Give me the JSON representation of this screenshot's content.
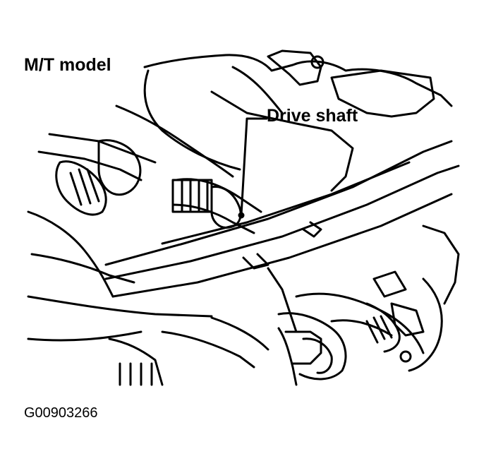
{
  "figure": {
    "model_label": "M/T model",
    "callout_label": "Drive shaft",
    "figure_code": "G00903266"
  },
  "colors": {
    "ink": "#000000",
    "paper": "#ffffff"
  }
}
